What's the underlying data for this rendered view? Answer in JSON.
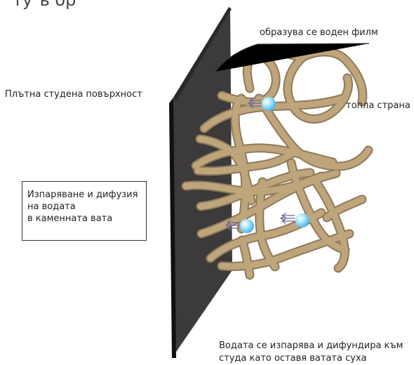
{
  "top_fragment": "ту ъ ор",
  "labels": {
    "water_film": "образува се воден филм",
    "cold_surface": "Плътна студена повърхност",
    "warm_side": "топла страна"
  },
  "callout": {
    "lines": [
      "Изпаряване и дифузия",
      "на водата",
      "в каменната вата"
    ]
  },
  "bottom_text": {
    "lines": [
      "Водата се изпарява и дифундира към",
      "студа като оставя ватата суха"
    ]
  },
  "colors": {
    "fiber": "#bea57c",
    "fiber_edge": "#8f7a58",
    "panel_face": "#3c3a3a",
    "panel_edge": "#151515",
    "droplet": "#6fd2ff",
    "arrow": "#6f6791"
  }
}
